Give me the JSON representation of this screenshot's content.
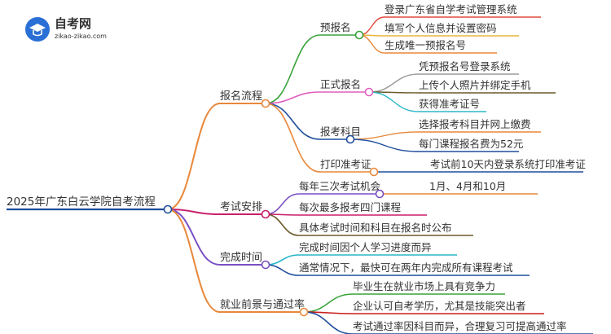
{
  "logo": {
    "name": "自考网",
    "url": "zikao-zikao.com"
  },
  "root": {
    "label": "2025年广东白云学院自考流程",
    "color": "#1f4e9c"
  },
  "branches": [
    {
      "label": "报名流程",
      "color": "#e8883a",
      "children": [
        {
          "label": "预报名",
          "color": "#3aa33a",
          "children": [
            {
              "label": "登录广东省自学考试管理系统",
              "color": "#e14a3a"
            },
            {
              "label": "填写个人信息并设置密码",
              "color": "#e9b53a"
            },
            {
              "label": "生成唯一预报名号",
              "color": "#e8883a"
            }
          ]
        },
        {
          "label": "正式报名",
          "color": "#e05fbf",
          "children": [
            {
              "label": "凭预报名号登录系统",
              "color": "#9a9a9a"
            },
            {
              "label": "上传个人照片并绑定手机",
              "color": "#6b5a2a"
            },
            {
              "label": "获得准考证号",
              "color": "#2ab7c9"
            }
          ]
        },
        {
          "label": "报考科目",
          "color": "#1f4e9c",
          "children": [
            {
              "label": "选择报考科目并网上缴费",
              "color": "#e8883a"
            },
            {
              "label": "每门课程报名费为52元",
              "color": "#1f4e9c"
            }
          ]
        },
        {
          "label": "打印准考证",
          "color": "#e8883a",
          "children": [
            {
              "label": "考试前10天内登录系统打印准考证",
              "color": "#1f4e9c"
            }
          ]
        }
      ]
    },
    {
      "label": "考试安排",
      "color": "#c81e6b",
      "children": [
        {
          "label": "每年三次考试机会",
          "color": "#7a4fc4",
          "children": [
            {
              "label": "1月、4月和10月",
              "color": "#e8883a"
            }
          ]
        },
        {
          "label": "每次最多报考四门课程",
          "color": "#c81e6b",
          "children": []
        },
        {
          "label": "具体考试时间和科目在报名时公布",
          "color": "#6b5a2a",
          "children": []
        }
      ]
    },
    {
      "label": "完成时间",
      "color": "#7a4fc4",
      "children": [
        {
          "label": "完成时间因个人学习进度而异",
          "color": "#2ab7c9",
          "children": []
        },
        {
          "label": "通常情况下，最快可在两年内完成所有课程考试",
          "color": "#1f4e9c",
          "children": []
        }
      ]
    },
    {
      "label": "就业前景与通过率",
      "color": "#e8883a",
      "children": [
        {
          "label": "毕业生在就业市场上具有竞争力",
          "color": "#3aa33a",
          "children": []
        },
        {
          "label": "企业认可自考学历，尤其是技能突出者",
          "color": "#c81e1e",
          "children": []
        },
        {
          "label": "考试通过率因科目而异，合理复习可提高通过率",
          "color": "#1f4e9c",
          "children": []
        }
      ]
    }
  ]
}
